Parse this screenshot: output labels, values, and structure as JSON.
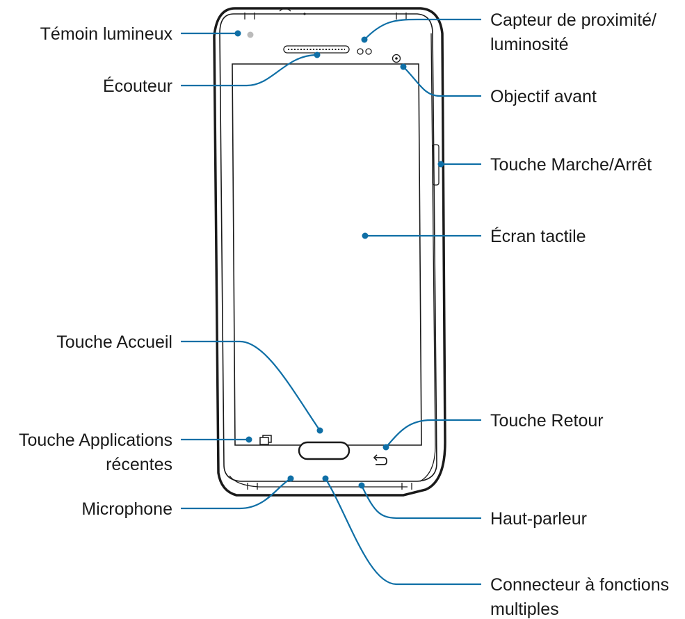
{
  "colors": {
    "accent": "#0f6fa6",
    "outline": "#1a1a1a",
    "background": "#ffffff",
    "indicator": "#bbbbbb"
  },
  "labels": {
    "indicator_light": "Témoin lumineux",
    "earpiece": "Écouteur",
    "proximity_sensor_1": "Capteur de proximité/",
    "proximity_sensor_2": "luminosité",
    "front_camera": "Objectif avant",
    "power_key": "Touche Marche/Arrêt",
    "touchscreen": "Écran tactile",
    "home_key": "Touche Accueil",
    "recent_apps_1": "Touche Applications",
    "recent_apps_2": "récentes",
    "back_key": "Touche Retour",
    "microphone": "Microphone",
    "speaker": "Haut-parleur",
    "multipurpose_jack_1": "Connecteur à fonctions",
    "multipurpose_jack_2": "multiples"
  },
  "icons": {
    "recent_apps": "recent-apps-icon",
    "back": "back-arrow-icon",
    "home": "home-button-icon"
  }
}
